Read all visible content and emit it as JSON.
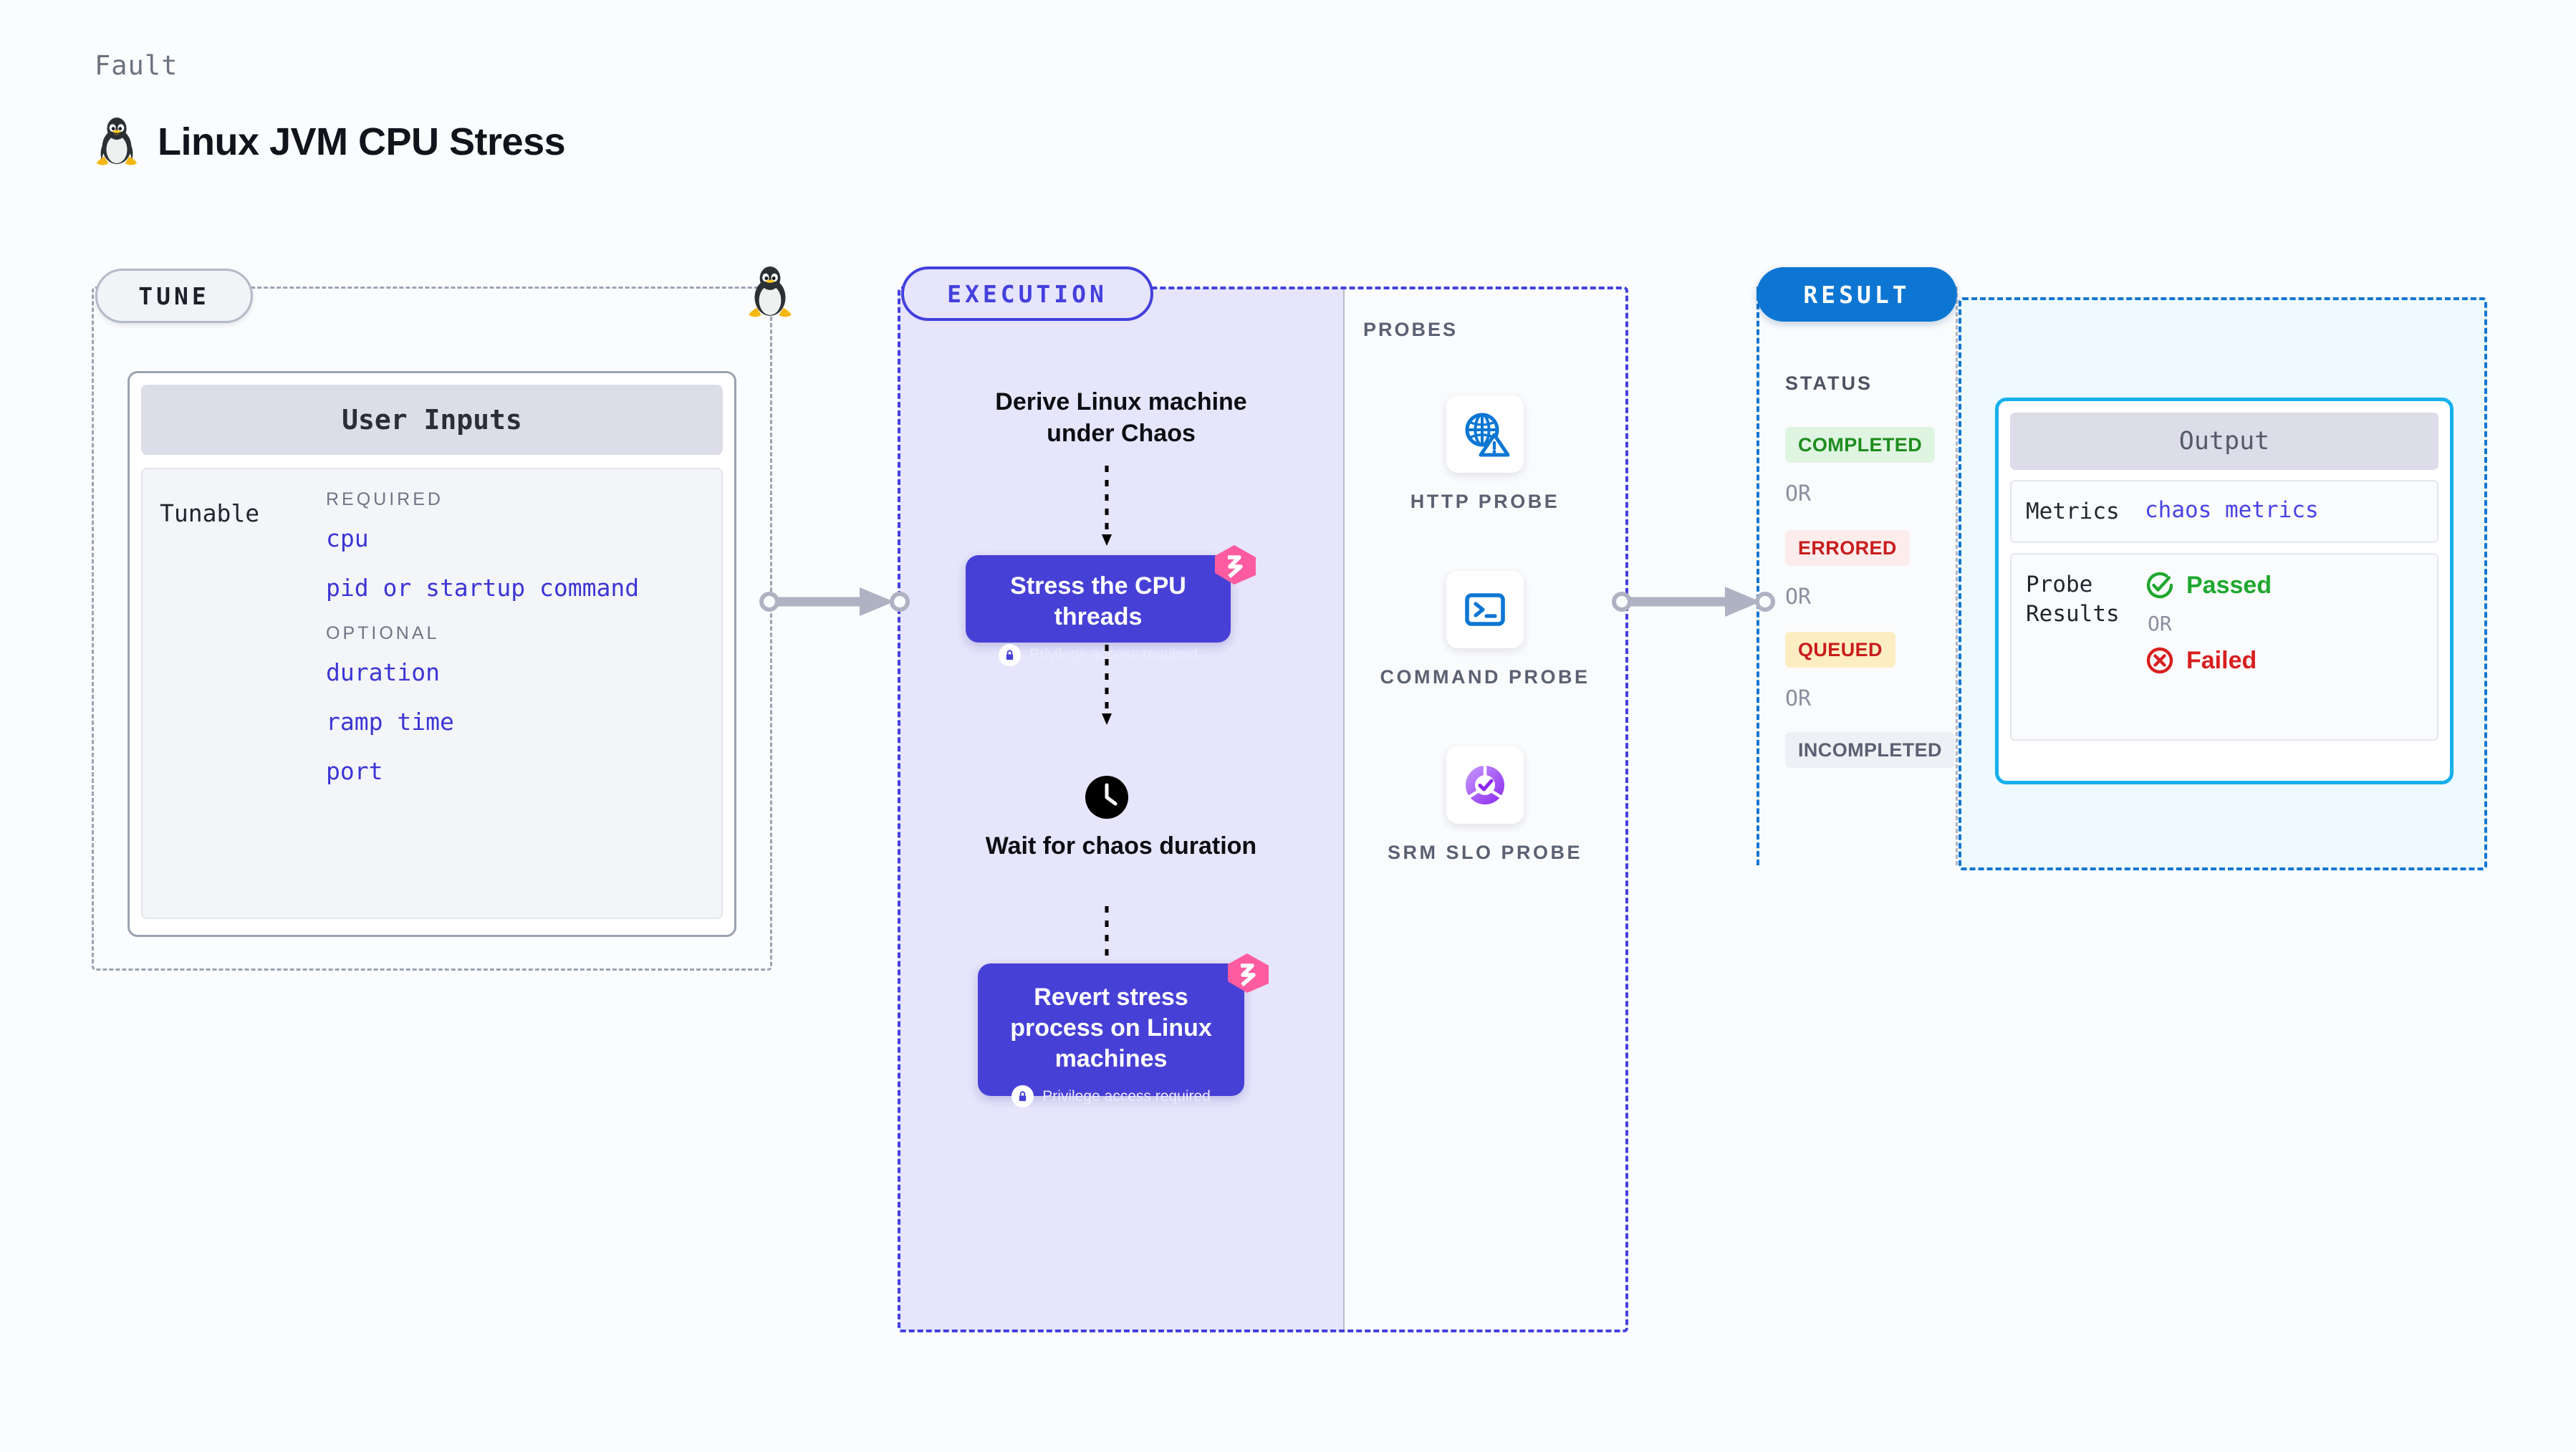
{
  "header": {
    "eyebrow": "Fault",
    "title": "Linux JVM CPU Stress",
    "icon": "tux-penguin-icon"
  },
  "tune": {
    "pill_label": "TUNE",
    "card_title": "User Inputs",
    "tunable_label": "Tunable",
    "groups": [
      {
        "title": "REQUIRED",
        "items": [
          "cpu",
          "pid or startup command"
        ]
      },
      {
        "title": "OPTIONAL",
        "items": [
          "duration",
          "ramp time",
          "port"
        ]
      }
    ]
  },
  "execution": {
    "pill_label": "EXECUTION",
    "step1_text": "Derive Linux machine under Chaos",
    "step2_title": "Stress the CPU threads",
    "step2_privilege": "Privilege access required",
    "step3_text": "Wait for chaos duration",
    "step4_title": "Revert stress process on Linux machines",
    "step4_privilege": "Privilege access required"
  },
  "probes": {
    "title": "PROBES",
    "items": [
      {
        "label": "HTTP PROBE",
        "icon": "globe-warning-icon"
      },
      {
        "label": "COMMAND PROBE",
        "icon": "terminal-icon"
      },
      {
        "label": "SRM SLO PROBE",
        "icon": "slo-donut-check-icon"
      }
    ]
  },
  "result": {
    "pill_label": "RESULT",
    "status_title": "STATUS",
    "or_label": "OR",
    "statuses": [
      {
        "label": "COMPLETED",
        "bg": "#dff5e1",
        "fg": "#1e8c1e"
      },
      {
        "label": "ERRORED",
        "bg": "#fdecec",
        "fg": "#c81c1c"
      },
      {
        "label": "QUEUED",
        "bg": "#fdeec2",
        "fg": "#c81c1c"
      },
      {
        "label": "INCOMPLETED",
        "bg": "#eef0f5",
        "fg": "#5b6172"
      }
    ],
    "output": {
      "title": "Output",
      "metrics_key": "Metrics",
      "metrics_value": "chaos metrics",
      "probe_results_key": "Probe Results",
      "passed_label": "Passed",
      "or_label": "OR",
      "failed_label": "Failed"
    }
  },
  "colors": {
    "execution_accent": "#4440dd",
    "result_accent": "#0d76d3",
    "output_accent": "#16b0ec",
    "chaos_card": "#4740d6",
    "harness_pink": "#ff5ba0",
    "tune_border": "#9aa3b2",
    "mono_blue": "#3c35d4"
  }
}
